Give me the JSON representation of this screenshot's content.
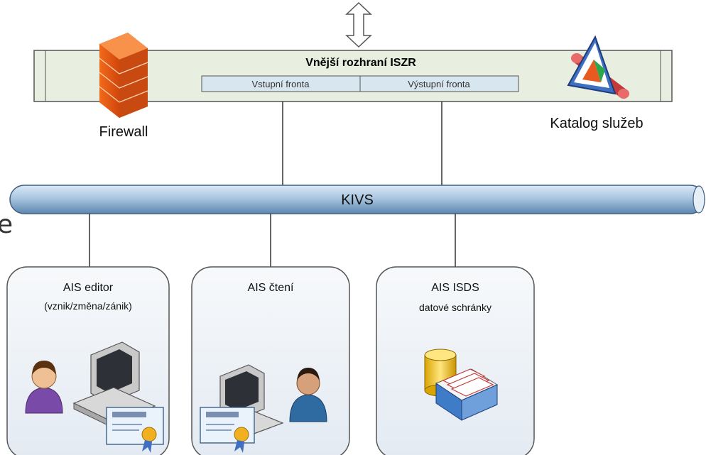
{
  "interface_bar": {
    "title": "Vnější rozhraní ISZR",
    "queues": [
      "Vstupní fronta",
      "Výstupní fronta"
    ]
  },
  "firewall": {
    "label": "Firewall",
    "icon": "firewall-icon"
  },
  "catalog": {
    "label": "Katalog služeb",
    "icon": "catalog-icon"
  },
  "network": {
    "label": "KIVS"
  },
  "edge_fragment": "e",
  "systems": [
    {
      "title": "AIS editor",
      "subtitle": "(vznik/změna/zánik)",
      "icons": [
        "user-icon",
        "computer-icon",
        "certificate-icon"
      ]
    },
    {
      "title": "AIS čtení",
      "subtitle": "",
      "icons": [
        "computer-icon",
        "certificate-icon",
        "user-icon"
      ]
    },
    {
      "title": "AIS ISDS",
      "subtitle": "datové schránky",
      "icons": [
        "database-icon",
        "mailbox-icon"
      ]
    }
  ],
  "colors": {
    "bar_fill": "#e8efe0",
    "queue_fill": "#d7e6ef",
    "pipe_fill": "#a9c6e0",
    "box_fill": "#eef2f6",
    "box_stroke": "#555555"
  }
}
